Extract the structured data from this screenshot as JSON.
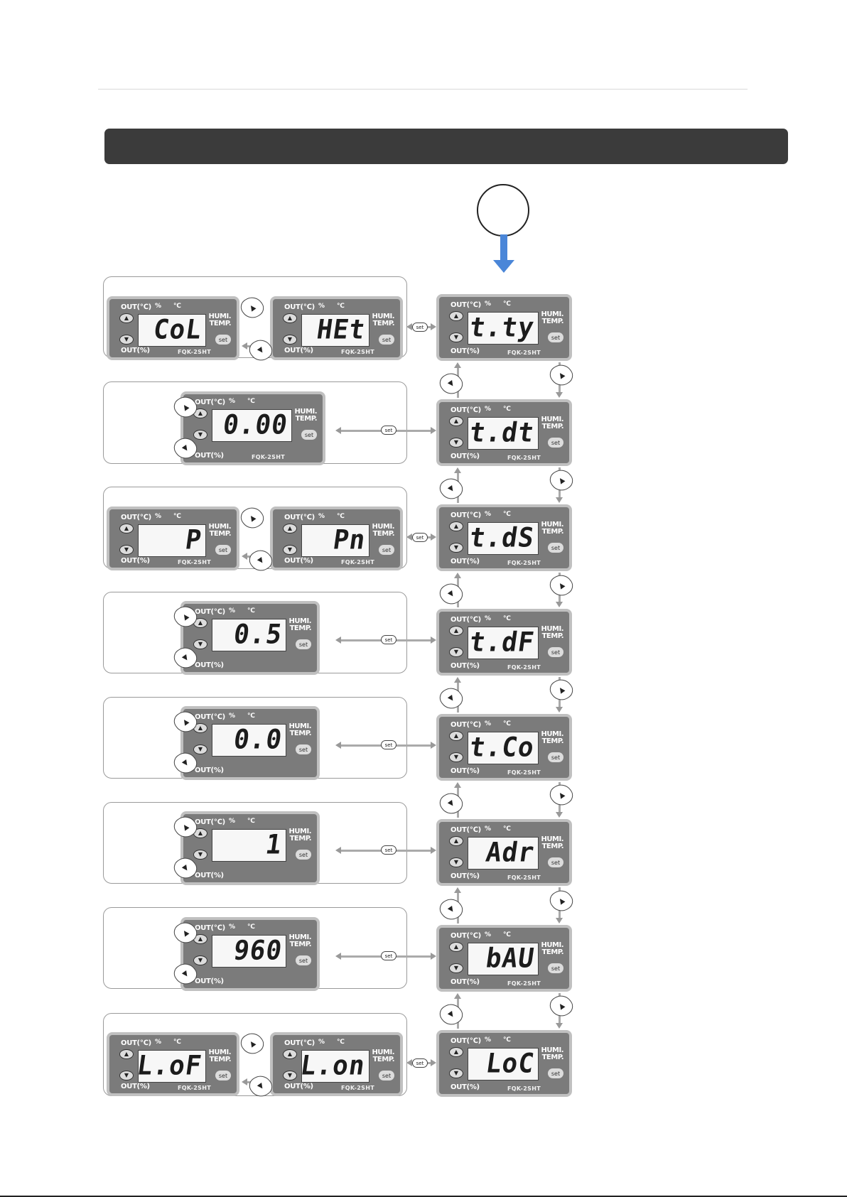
{
  "header": {
    "title": ""
  },
  "controller_labels": {
    "out_c": "OUT(℃)",
    "pct": "%",
    "deg": "℃",
    "out_pct": "OUT(%)",
    "humi": "HUMI.",
    "temp": "TEMP.",
    "model": "FQK-2SHT",
    "set": "set"
  },
  "main_column": [
    {
      "display": "t.ty"
    },
    {
      "display": "t.dt"
    },
    {
      "display": "t.dS"
    },
    {
      "display": "t.dF"
    },
    {
      "display": "t.Co"
    },
    {
      "display": "Adr"
    },
    {
      "display": "bAU"
    },
    {
      "display": "LoC"
    }
  ],
  "option_groups": [
    {
      "type": "pair",
      "values": [
        "CoL",
        "HEt"
      ]
    },
    {
      "type": "value",
      "value": "0.00"
    },
    {
      "type": "pair",
      "values": [
        "P",
        "Pn"
      ]
    },
    {
      "type": "value",
      "value": "0.5"
    },
    {
      "type": "value",
      "value": "0.0"
    },
    {
      "type": "value",
      "value": "1"
    },
    {
      "type": "value",
      "value": "960"
    },
    {
      "type": "pair",
      "values": [
        "L.oF",
        "L.on"
      ]
    }
  ],
  "colors": {
    "header_bar": "#3b3b3b",
    "controller_body": "#7b7b7b",
    "flow_arrow": "#4a86d8"
  }
}
